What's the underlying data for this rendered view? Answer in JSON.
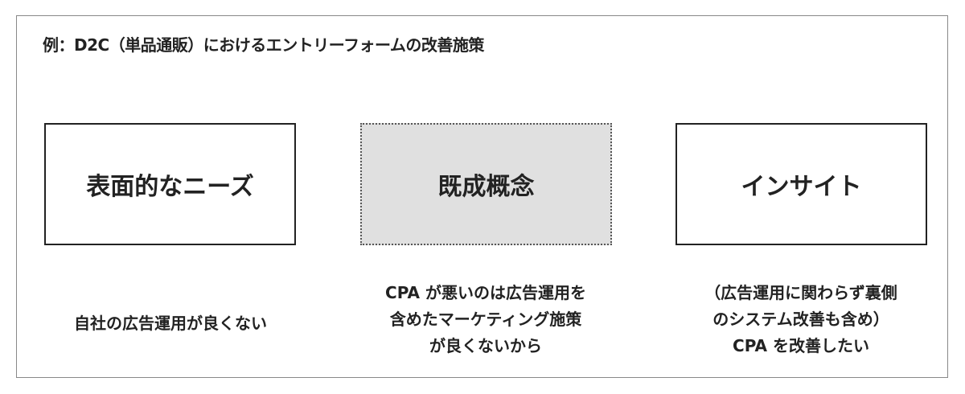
{
  "title": "例：D2C（単品通販）におけるエントリーフォームの改善施策",
  "columns": [
    {
      "label": "表面的なニーズ",
      "description": "自社の広告運用が良くない"
    },
    {
      "label": "既成概念",
      "description": "CPA が悪いのは広告運用を\n含めたマーケティング施策\nが良くないから"
    },
    {
      "label": "インサイト",
      "description": "（広告運用に関わらず裏側\nのシステム改善も含め）\nCPA を改善したい"
    }
  ]
}
